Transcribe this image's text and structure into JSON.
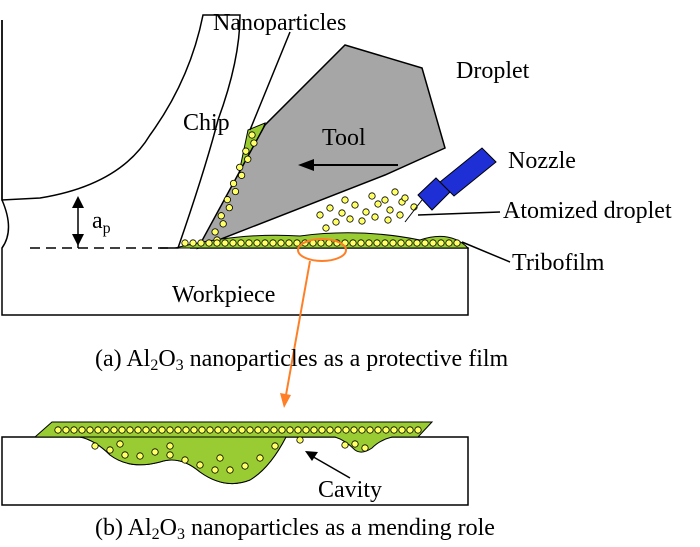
{
  "labels": {
    "nanoparticles": "Nanoparticles",
    "droplet": "Droplet",
    "chip": "Chip",
    "tool": "Tool",
    "nozzle": "Nozzle",
    "ap_main": "a",
    "ap_sub": "p",
    "atomized_droplet": "Atomized droplet",
    "tribofilm": "Tribofilm",
    "workpiece": "Workpiece",
    "cavity": "Cavity"
  },
  "captions": {
    "a": {
      "prefix": "(a) Al",
      "sub1": "2",
      "mid": "O",
      "sub2": "3",
      "rest": " nanoparticles as a protective film"
    },
    "b": {
      "prefix": "(b) Al",
      "sub1": "2",
      "mid": "O",
      "sub2": "3",
      "rest": " nanoparticles as a mending role"
    }
  },
  "colors": {
    "tool_fill": "#a6a6a6",
    "film_green": "#99cc33",
    "particle_yellow": "#ffff66",
    "nozzle_blue": "#1f2fd6",
    "arrow_orange": "#ff7f27"
  }
}
